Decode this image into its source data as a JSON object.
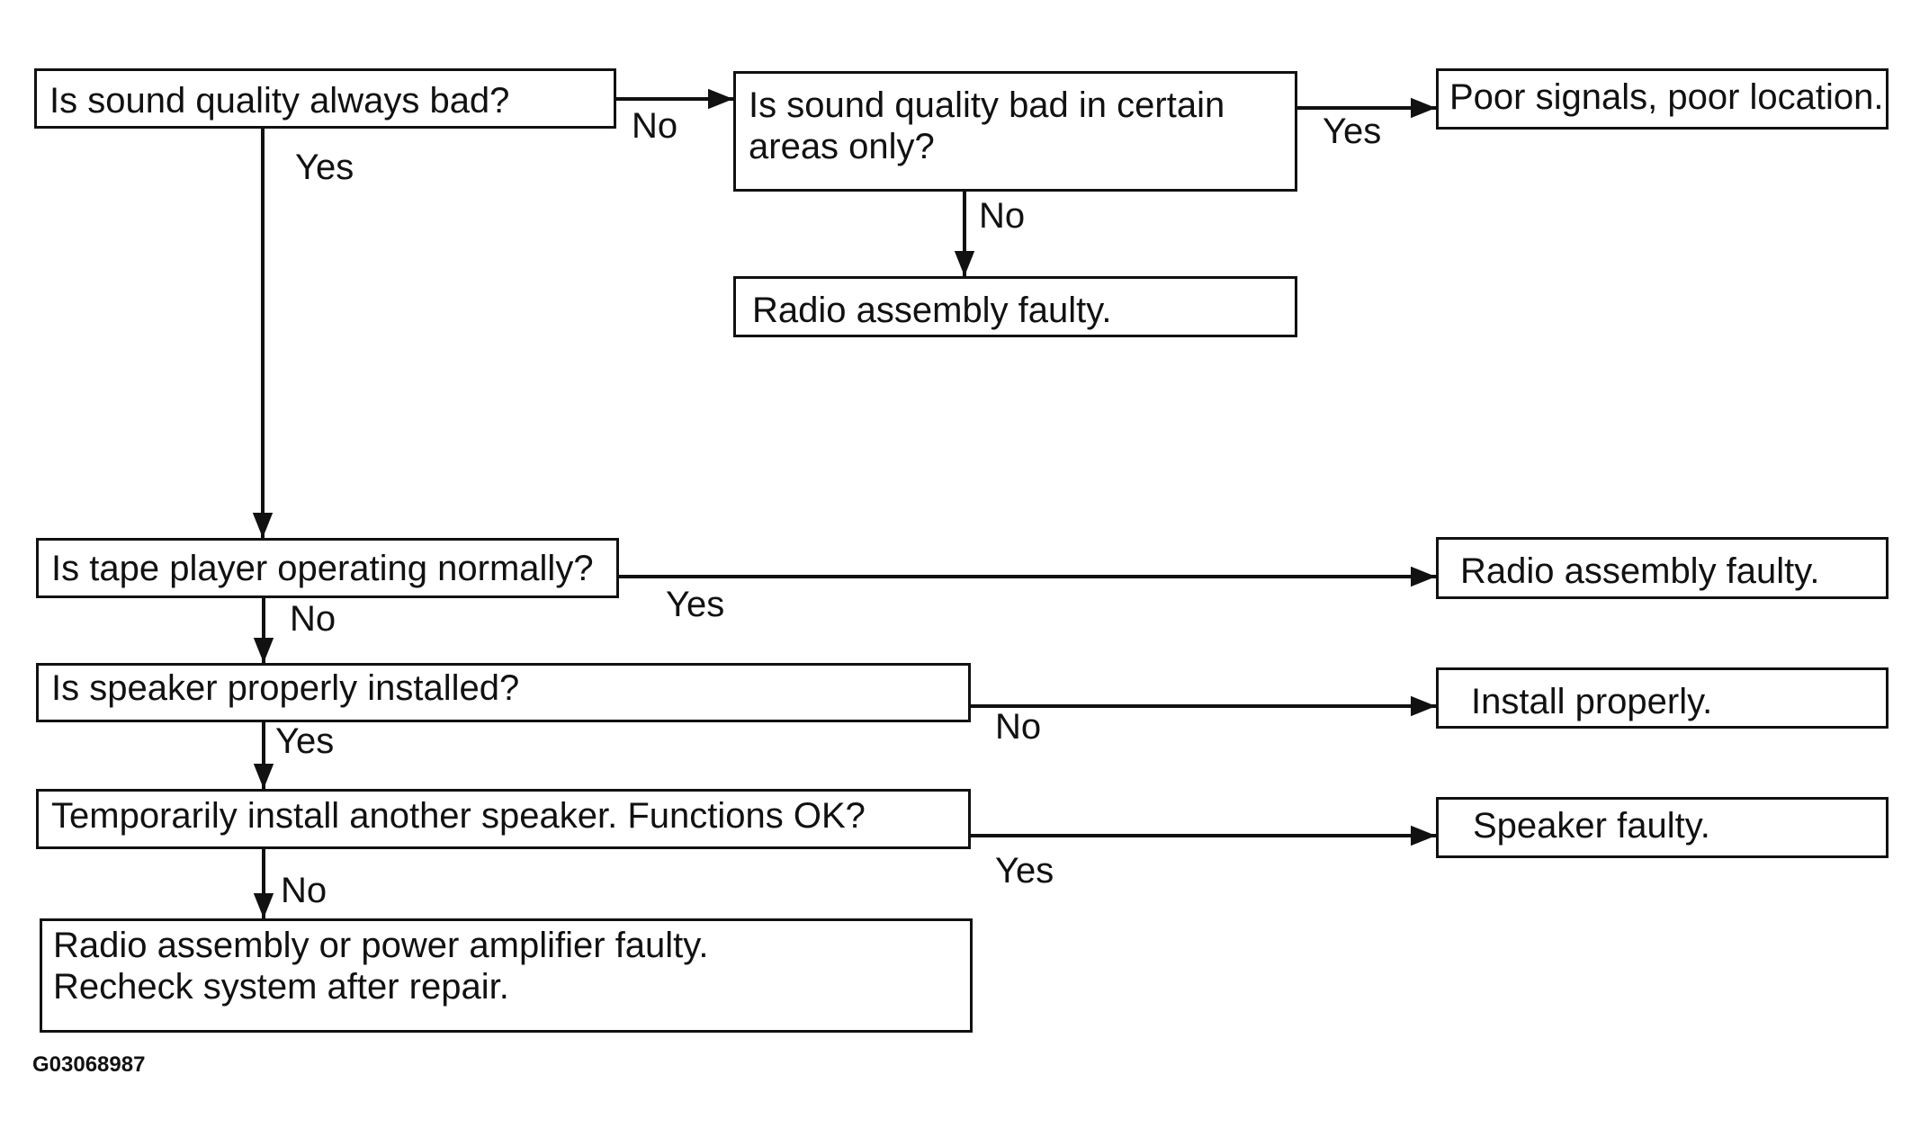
{
  "boxes": {
    "q_always_bad": "Is sound quality always bad?",
    "q_certain_areas": [
      "Is sound quality bad in certain",
      "areas only?"
    ],
    "r_poor_signals": "Poor signals, poor location.",
    "r_radio_faulty_1": "Radio assembly faulty.",
    "q_tape_player": "Is tape player operating normally?",
    "r_radio_faulty_2": "Radio assembly faulty.",
    "q_speaker_installed": "Is speaker properly installed?",
    "r_install_properly": "Install properly.",
    "q_another_speaker": "Temporarily install another speaker. Functions OK?",
    "r_speaker_faulty": "Speaker faulty.",
    "r_radio_or_amp": [
      "Radio assembly or power amplifier faulty.",
      "Recheck system after repair."
    ]
  },
  "labels": {
    "always_bad_no": "No",
    "always_bad_yes": "Yes",
    "certain_areas_yes": "Yes",
    "certain_areas_no": "No",
    "tape_yes": "Yes",
    "tape_no": "No",
    "installed_no": "No",
    "installed_yes": "Yes",
    "another_yes": "Yes",
    "another_no": "No"
  },
  "figure_code": "G03068987"
}
